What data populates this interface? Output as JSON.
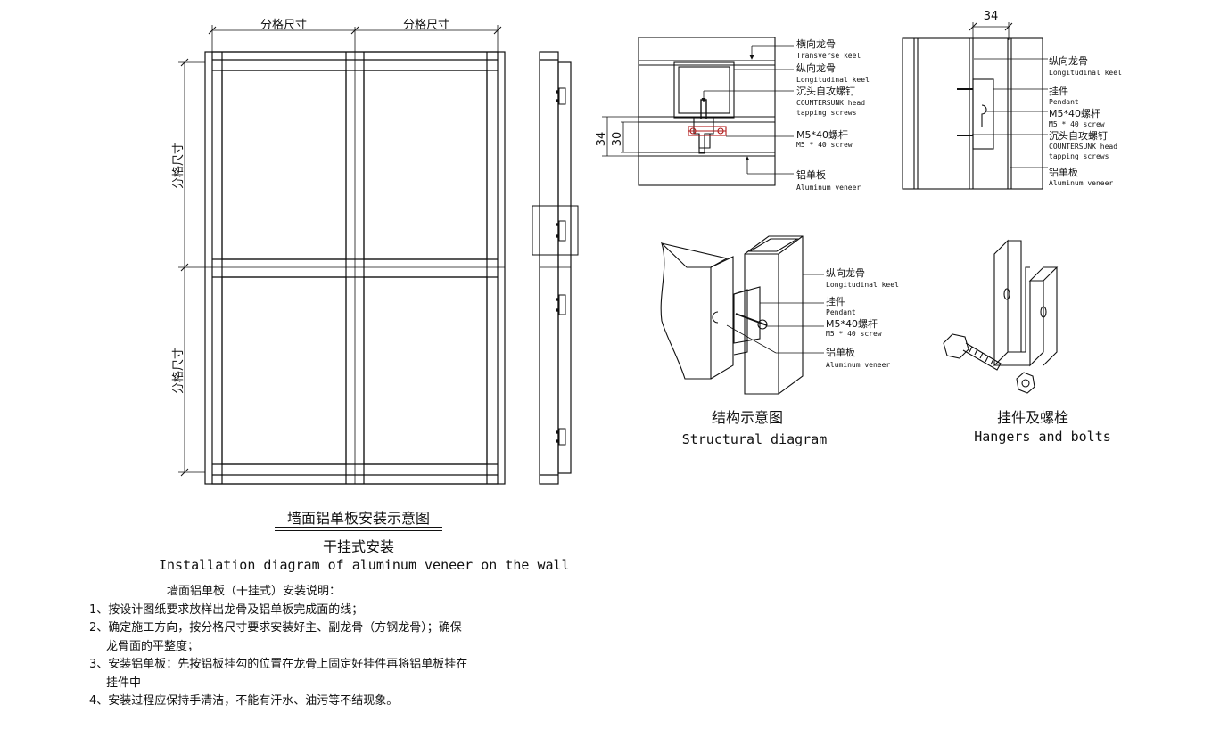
{
  "elevation": {
    "dim_top_left": "分格尺寸",
    "dim_top_right": "分格尺寸",
    "dim_left_upper": "分格尺寸",
    "dim_left_lower": "分格尺寸"
  },
  "section": {
    "dim_34": "34",
    "dim_30": "30",
    "labels": [
      {
        "cn": "横向龙骨",
        "en": "Transverse keel"
      },
      {
        "cn": "纵向龙骨",
        "en": "Longitudinal keel"
      },
      {
        "cn": "沉头自攻螺钉",
        "en": "COUNTERSUNK head",
        "en2": "tapping screws"
      },
      {
        "cn": "M5*40螺杆",
        "en": "M5 * 40 screw"
      },
      {
        "cn": "铝单板",
        "en": "Aluminum veneer"
      }
    ]
  },
  "side_section": {
    "dim_34": "34",
    "labels": [
      {
        "cn": "纵向龙骨",
        "en": "Longitudinal keel"
      },
      {
        "cn": "挂件",
        "en": "Pendant"
      },
      {
        "cn": "M5*40螺杆",
        "en": "M5 * 40 screw"
      },
      {
        "cn": "沉头自攻螺钉",
        "en": "COUNTERSUNK head",
        "en2": "tapping screws"
      },
      {
        "cn": "铝单板",
        "en": "Aluminum veneer"
      }
    ]
  },
  "structural": {
    "labels": [
      {
        "cn": "纵向龙骨",
        "en": "Longitudinal keel"
      },
      {
        "cn": "挂件",
        "en": "Pendant"
      },
      {
        "cn": "M5*40螺杆",
        "en": "M5 * 40 screw"
      },
      {
        "cn": "铝单板",
        "en": "Aluminum veneer"
      }
    ],
    "caption_cn": "结构示意图",
    "caption_en": "Structural diagram"
  },
  "hangers": {
    "caption_cn": "挂件及螺栓",
    "caption_en": "Hangers and bolts"
  },
  "main": {
    "title": "墙面铝单板安装示意图",
    "subtitle": "干挂式安装",
    "title_en": "Installation diagram of aluminum veneer on the wall"
  },
  "notes": {
    "heading": "墙面铝单板（干挂式）安装说明：",
    "items": [
      "1、按设计图纸要求放样出龙骨及铝单板完成面的线；",
      "2、确定施工方向，按分格尺寸要求安装好主、副龙骨（方钢龙骨）；确保",
      "龙骨面的平整度；",
      "3、安装铝单板：先按铝板挂勾的位置在龙骨上固定好挂件再将铝单板挂在",
      "挂件中",
      "4、安装过程应保持手清洁，不能有汗水、油污等不结现象。"
    ]
  }
}
